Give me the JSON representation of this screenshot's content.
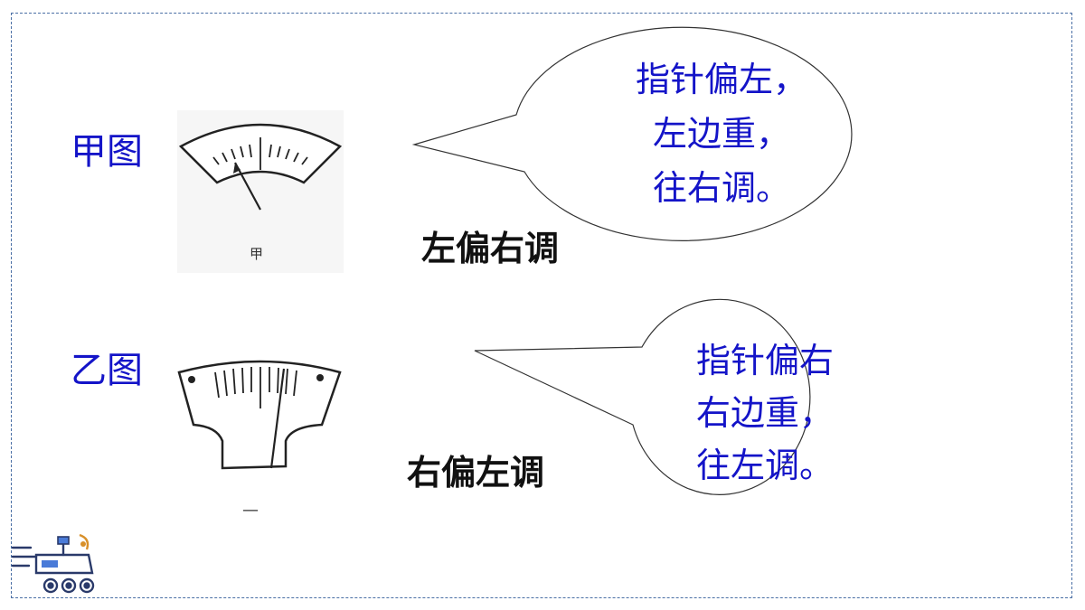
{
  "slide": {
    "frame_color": "#4a6fa5",
    "text_blue": "#1414c8",
    "text_black": "#111111"
  },
  "panel_jia": {
    "title": "甲图",
    "caption": "甲",
    "result": "左偏右调",
    "bubble_lines": [
      "指针偏左，",
      "左边重，",
      "往右调。"
    ],
    "needle_direction": "left"
  },
  "panel_yi": {
    "title": "乙图",
    "caption": "—",
    "result": "右偏左调",
    "bubble_lines": [
      "指针偏右",
      "右边重，",
      "往左调。"
    ],
    "needle_direction": "right"
  },
  "logo": {
    "icon": "rover-icon"
  }
}
